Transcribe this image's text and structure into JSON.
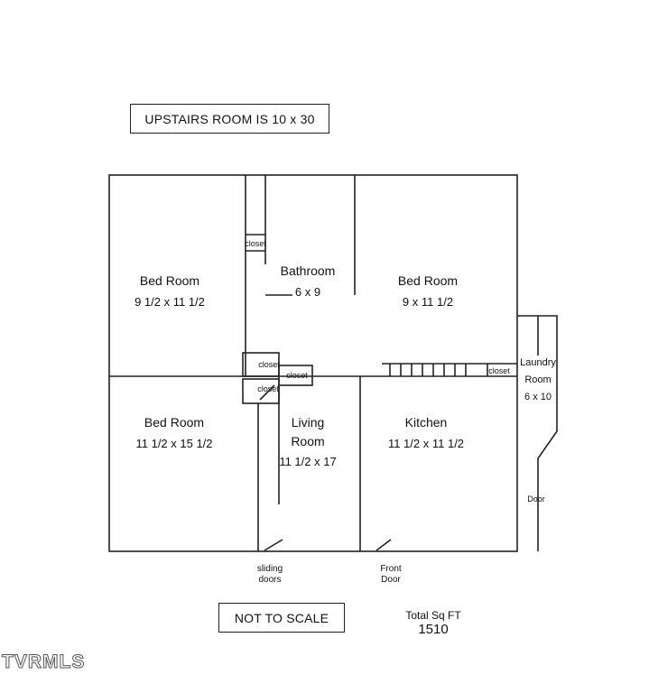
{
  "header_note": "UPSTAIRS ROOM IS 10 x 30",
  "rooms": [
    {
      "name": "Bed Room",
      "dims": "9 1/2 x 11 1/2"
    },
    {
      "name": "Bathroom",
      "dims": "6 x 9"
    },
    {
      "name": "Bed Room",
      "dims": "9 x 11 1/2"
    },
    {
      "name": "Bed Room",
      "dims": "11 1/2 x 15 1/2"
    },
    {
      "name_line1": "Living",
      "name_line2": "Room",
      "dims": "11 1/2 x 17"
    },
    {
      "name": "Kitchen",
      "dims": "11 1/2 x 11 1/2"
    },
    {
      "name_line1": "Laundry",
      "name_line2": "Room",
      "dims": "6 x 10"
    }
  ],
  "closets": [
    "closet",
    "closet",
    "closet",
    "closet",
    "closet"
  ],
  "doors": {
    "sliding_line1": "sliding",
    "sliding_line2": "doors",
    "front_line1": "Front",
    "front_line2": "Door",
    "side": "Door"
  },
  "footer": {
    "not_to_scale": "NOT TO SCALE",
    "total_label": "Total Sq FT",
    "total_value": "1510"
  },
  "watermark": "TVRMLS",
  "colors": {
    "lines": "#222222",
    "background": "#ffffff"
  }
}
